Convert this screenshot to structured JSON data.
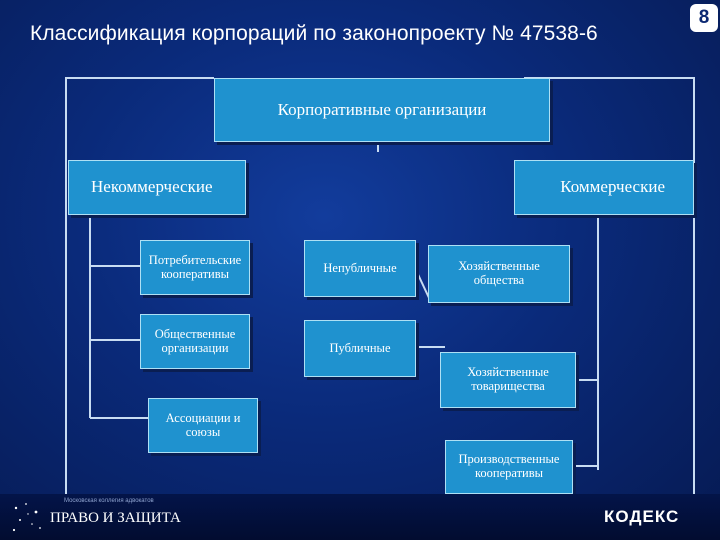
{
  "slide": {
    "title": "Классификация корпораций по законопроекту № 47538-6",
    "number": "8"
  },
  "diagram": {
    "root": "Корпоративные организации",
    "noncommercial": {
      "label": "Некоммерческие",
      "children": [
        "Потребительские кооперативы",
        "Общественные организации",
        "Ассоциации и союзы"
      ]
    },
    "middle": [
      "Непубличные",
      "Публичные"
    ],
    "commercial": {
      "label": "Коммерческие",
      "children": [
        "Хозяйственные общества",
        "Хозяйственные товарищества",
        "Производственные кооперативы"
      ]
    }
  },
  "footer": {
    "small_text": "Московская коллегия адвокатов",
    "left_brand": "ПРАВО И ЗАЩИТА",
    "right_brand": "КОДЕКС"
  },
  "colors": {
    "background": "#0a2a7a",
    "box": "#1f92cf",
    "box_border": "#aee0f5",
    "text": "#ffffff"
  }
}
